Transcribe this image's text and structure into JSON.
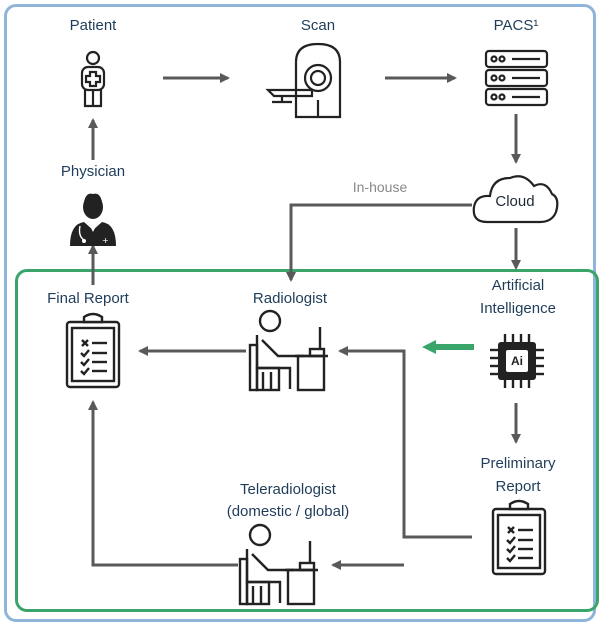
{
  "nodes": {
    "patient": "Patient",
    "scan": "Scan",
    "pacs": "PACS¹",
    "physician": "Physician",
    "cloud": "Cloud",
    "in_house": "In-house",
    "final_report": "Final Report",
    "radiologist": "Radiologist",
    "ai_line1": "Artificial",
    "ai_line2": "Intelligence",
    "ai_chip": "Ai",
    "preliminary_line1": "Preliminary",
    "preliminary_line2": "Report",
    "teleradiologist_line1": "Teleradiologist",
    "teleradiologist_line2": "(domestic / global)"
  },
  "colors": {
    "frame_outer": "#8fb4da",
    "frame_ai": "#3aa56a",
    "arrow": "#595959",
    "arrow_highlight": "#3aa56a",
    "label": "#1f3d5a",
    "label_muted": "#8a8a8a"
  }
}
